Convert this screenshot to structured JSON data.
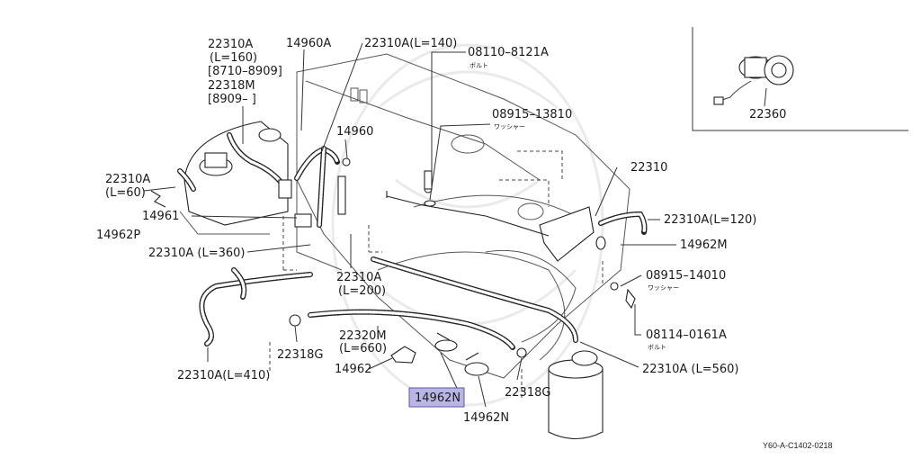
{
  "diagram": {
    "callouts": {
      "c22310A_160": [
        "22310A",
        "(L=160)",
        "[8710–8909]"
      ],
      "c22318M": [
        "22318M",
        "[8909–         ]"
      ],
      "c14960A": "14960A",
      "c22310A_140": "22310A(L=140)",
      "c08110": "08110–8121A",
      "c08110_sub": "ボルト",
      "c08915_13810": "08915–13810",
      "c08915_13810_sub": "ワッシャー",
      "c14960": "14960",
      "c22310A_60": [
        "22310A",
        "(L=60)"
      ],
      "c14961": "14961",
      "c14962P": "14962P",
      "c22310A_360": "22310A (L=360)",
      "c22310A_200": [
        "22310A",
        "(L=200)"
      ],
      "c22310": "22310",
      "c22310A_120": "22310A(L=120)",
      "c14962M": "14962M",
      "c08915_14010": "08915–14010",
      "c08915_14010_sub": "ワッシャー",
      "c08114": "08114–0161A",
      "c08114_sub": "ボルト",
      "c22320M": [
        "22320M",
        "(L=660)"
      ],
      "c22318G_left": "22318G",
      "c14962": "14962",
      "c14962N_highlight": "14962N",
      "c14962N": "14962N",
      "c22318G_right": "22318G",
      "c22310A_410": "22310A(L=410)",
      "c22310A_560": "22310A (L=560)",
      "c22360": "22360"
    },
    "highlight_color": "#b9b6e6",
    "highlight_border": "#5b55a8",
    "figure_code": "Y60-A-C1402-0218"
  }
}
